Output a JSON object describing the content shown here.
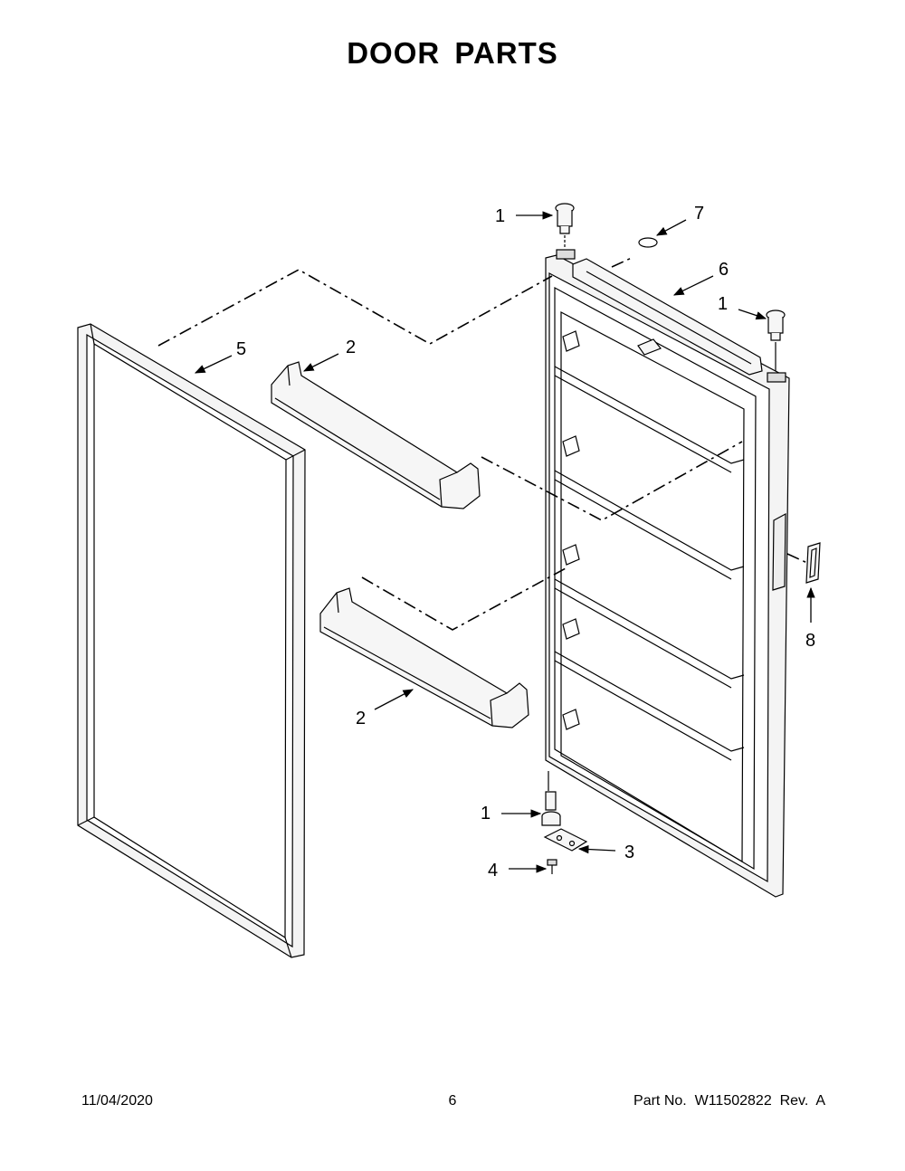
{
  "title": "DOOR PARTS",
  "callouts": [
    {
      "id": "1a",
      "label": "1"
    },
    {
      "id": "7",
      "label": "7"
    },
    {
      "id": "6",
      "label": "6"
    },
    {
      "id": "1b",
      "label": "1"
    },
    {
      "id": "5",
      "label": "5"
    },
    {
      "id": "2a",
      "label": "2"
    },
    {
      "id": "8",
      "label": "8"
    },
    {
      "id": "2b",
      "label": "2"
    },
    {
      "id": "1c",
      "label": "1"
    },
    {
      "id": "3",
      "label": "3"
    },
    {
      "id": "4",
      "label": "4"
    }
  ],
  "footer": {
    "date": "11/04/2020",
    "page": "6",
    "part": "Part No.  W11502822  Rev.  A"
  }
}
